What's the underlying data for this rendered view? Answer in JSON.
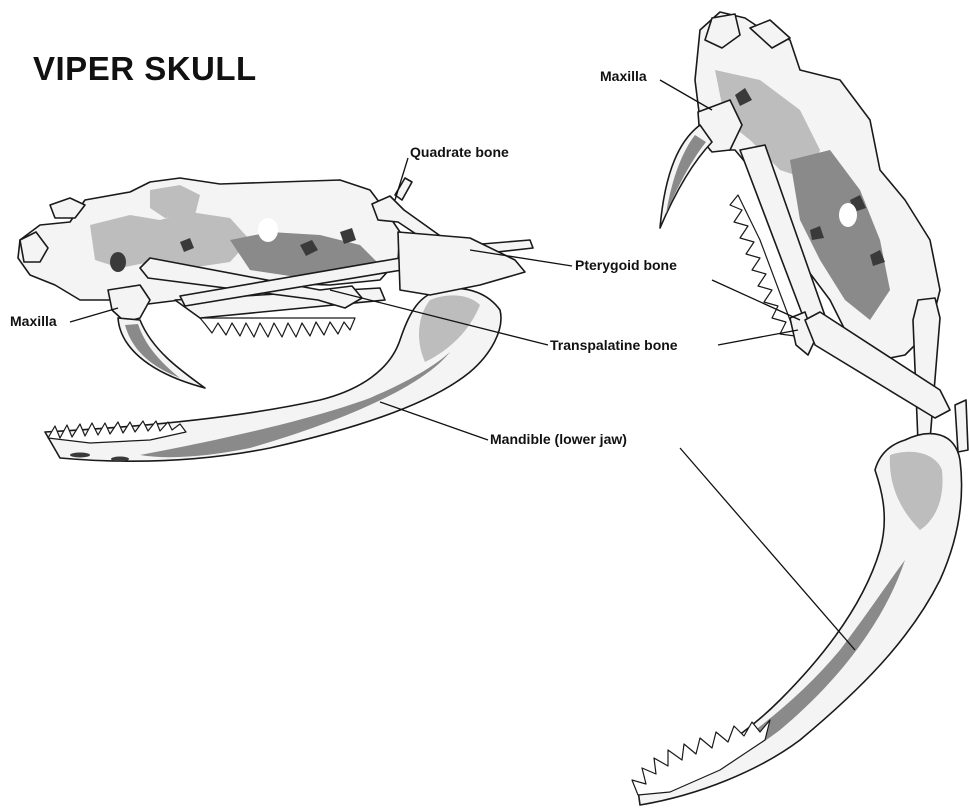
{
  "title": "VIPER SKULL",
  "labels": {
    "maxilla_left": "Maxilla",
    "maxilla_right": "Maxilla",
    "quadrate": "Quadrate bone",
    "pterygoid": "Pterygoid bone",
    "transpalatine": "Transpalatine bone",
    "mandible": "Mandible (lower jaw)"
  }
}
